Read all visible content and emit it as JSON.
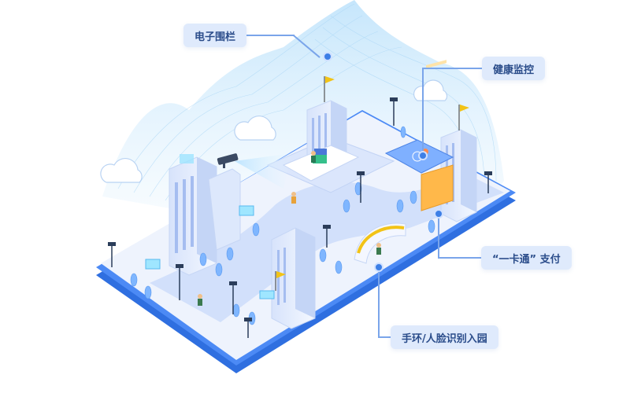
{
  "callouts": {
    "fence": "电子围栏",
    "health": "健康监控",
    "card_pay": "“一卡通” 支付",
    "wristband": "手环/人脸识别入园"
  },
  "colors": {
    "label_bg": "#dfeafc",
    "label_text": "#2a4c8a",
    "accent": "#3d7fe6",
    "platform": "#3f7ff0",
    "gate": "#f2c316"
  },
  "icons": [
    "camera-icon",
    "cloud-icon",
    "flag-icon",
    "person-icon",
    "payment-card-icon",
    "tree-icon",
    "lamp-icon"
  ]
}
